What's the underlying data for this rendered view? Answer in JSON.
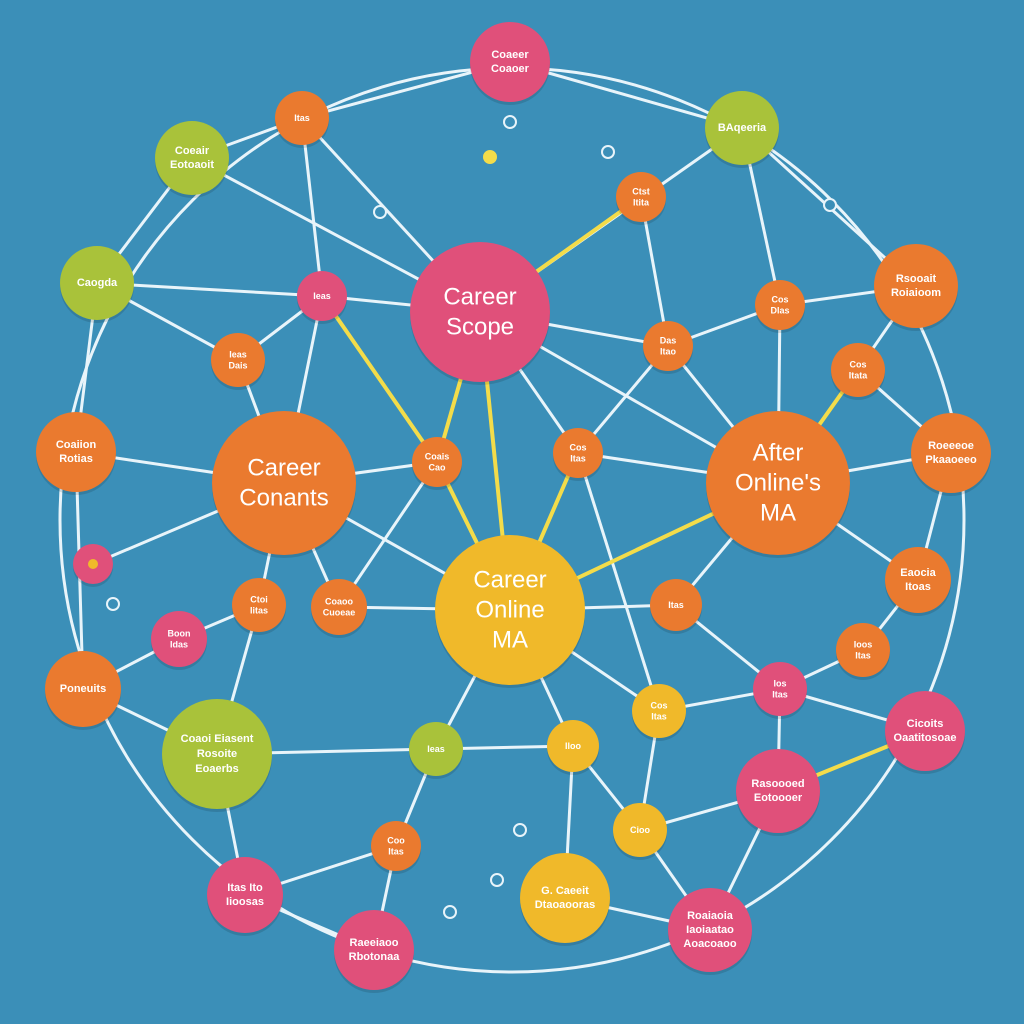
{
  "palette": {
    "background": "#3b8fb8",
    "edge_white": "#e8f4fa",
    "edge_yellow": "#f3dc4a",
    "orange": "#ea7a2f",
    "pink": "#e0507a",
    "green": "#a9c23a",
    "yellow": "#f0b92a"
  },
  "nodes": [
    {
      "id": "career-scope",
      "lines": [
        "Career",
        "Scope"
      ],
      "color": "pink",
      "size": "large"
    },
    {
      "id": "career-conants",
      "lines": [
        "Career",
        "Conants"
      ],
      "color": "orange",
      "size": "large"
    },
    {
      "id": "after-online-ma",
      "lines": [
        "After",
        "Online's",
        "MA"
      ],
      "color": "orange",
      "size": "large"
    },
    {
      "id": "career-online-ma",
      "lines": [
        "Career",
        "Online",
        "MA"
      ],
      "color": "yellow",
      "size": "large"
    },
    {
      "id": "top-center",
      "lines": [
        "Coaeer",
        "Coaoer"
      ],
      "color": "pink",
      "size": "medium"
    },
    {
      "id": "top-left-small",
      "lines": [
        "Itas"
      ],
      "color": "orange",
      "size": "small"
    },
    {
      "id": "top-right-green",
      "lines": [
        "BAqeeria"
      ],
      "color": "green",
      "size": "medium"
    },
    {
      "id": "left-green-top",
      "lines": [
        "Coeair",
        "Eotoaoit"
      ],
      "color": "green",
      "size": "medium"
    },
    {
      "id": "small-orange-top-right",
      "lines": [
        "Ctst",
        "Itita"
      ],
      "color": "orange",
      "size": "small"
    },
    {
      "id": "left-green",
      "lines": [
        "Caogda"
      ],
      "color": "green",
      "size": "medium"
    },
    {
      "id": "small-pink-left",
      "lines": [
        "Ieas"
      ],
      "color": "pink",
      "size": "small"
    },
    {
      "id": "right-orange-top",
      "lines": [
        "Rsooait",
        "Roiaioom"
      ],
      "color": "orange",
      "size": "medium"
    },
    {
      "id": "small-orange-right-1",
      "lines": [
        "Cos",
        "Dlas"
      ],
      "color": "orange",
      "size": "small"
    },
    {
      "id": "small-orange-left-2",
      "lines": [
        "Ieas",
        "Dais"
      ],
      "color": "orange",
      "size": "small"
    },
    {
      "id": "small-orange-mid-right",
      "lines": [
        "Das",
        "Itao"
      ],
      "color": "orange",
      "size": "small"
    },
    {
      "id": "small-orange-right-2",
      "lines": [
        "Cos",
        "Itata"
      ],
      "color": "orange",
      "size": "small"
    },
    {
      "id": "left-orange-mid",
      "lines": [
        "Coaiion",
        "Rotias"
      ],
      "color": "orange",
      "size": "medium"
    },
    {
      "id": "small-orange-center-left",
      "lines": [
        "Coais",
        "Cao"
      ],
      "color": "orange",
      "size": "small"
    },
    {
      "id": "small-orange-center-right",
      "lines": [
        "Cos",
        "Itas"
      ],
      "color": "orange",
      "size": "small"
    },
    {
      "id": "right-orange-mid",
      "lines": [
        "Roeeeoe",
        "Pkaaoeeo"
      ],
      "color": "orange",
      "size": "medium"
    },
    {
      "id": "small-pink-dot",
      "lines": [],
      "color": "pink",
      "size": "tiny"
    },
    {
      "id": "small-orange-left-3",
      "lines": [
        "Ctoi",
        "Iitas"
      ],
      "color": "orange",
      "size": "small"
    },
    {
      "id": "small-orange-center-left-2",
      "lines": [
        "Coaoo",
        "Cuoeae"
      ],
      "color": "orange",
      "size": "small"
    },
    {
      "id": "small-orange-right-3",
      "lines": [
        "Itas"
      ],
      "color": "orange",
      "size": "small"
    },
    {
      "id": "right-orange-lower",
      "lines": [
        "Eaocia",
        "Itoas"
      ],
      "color": "orange",
      "size": "medium"
    },
    {
      "id": "small-pink-left-2",
      "lines": [
        "Boon",
        "Idas"
      ],
      "color": "pink",
      "size": "small"
    },
    {
      "id": "small-orange-right-4",
      "lines": [
        "Ioos",
        "Itas"
      ],
      "color": "orange",
      "size": "small"
    },
    {
      "id": "left-orange-lower",
      "lines": [
        "Poneuits"
      ],
      "color": "orange",
      "size": "medium"
    },
    {
      "id": "small-pink-right-5",
      "lines": [
        "Ios",
        "Itas"
      ],
      "color": "pink",
      "size": "small"
    },
    {
      "id": "small-yellow-center-right",
      "lines": [
        "Cos",
        "Itas"
      ],
      "color": "yellow",
      "size": "small"
    },
    {
      "id": "right-pink-lower",
      "lines": [
        "Cicoits",
        "Oaatitosoae"
      ],
      "color": "pink",
      "size": "medium"
    },
    {
      "id": "left-green-lower",
      "lines": [
        "Coaoi Eiasent",
        "Rosoite",
        "Eoaerbs"
      ],
      "color": "green",
      "size": "large-medium"
    },
    {
      "id": "small-green-center",
      "lines": [
        "Ieas"
      ],
      "color": "green",
      "size": "small"
    },
    {
      "id": "small-yellow-center",
      "lines": [
        "Iloo"
      ],
      "color": "yellow",
      "size": "small"
    },
    {
      "id": "right-pink-lower-2",
      "lines": [
        "Rasoooed",
        "Eotoooer"
      ],
      "color": "pink",
      "size": "medium"
    },
    {
      "id": "small-orange-lower-left",
      "lines": [
        "Coo",
        "Itas"
      ],
      "color": "orange",
      "size": "small"
    },
    {
      "id": "small-yellow-lower",
      "lines": [
        "Cioo"
      ],
      "color": "yellow",
      "size": "small"
    },
    {
      "id": "bottom-pink-left",
      "lines": [
        "Itas Ito",
        "Iioosas"
      ],
      "color": "pink",
      "size": "medium"
    },
    {
      "id": "bottom-yellow",
      "lines": [
        "G. Caeeit",
        "Dtaoaooras"
      ],
      "color": "yellow",
      "size": "medium"
    },
    {
      "id": "bottom-pink-center",
      "lines": [
        "Raeeiaoo",
        "Rbotonaa"
      ],
      "color": "pink",
      "size": "medium"
    },
    {
      "id": "bottom-pink-right",
      "lines": [
        "Roaiaoia",
        "Iaoiaatao",
        "Aoacoaoo"
      ],
      "color": "pink",
      "size": "medium"
    }
  ]
}
